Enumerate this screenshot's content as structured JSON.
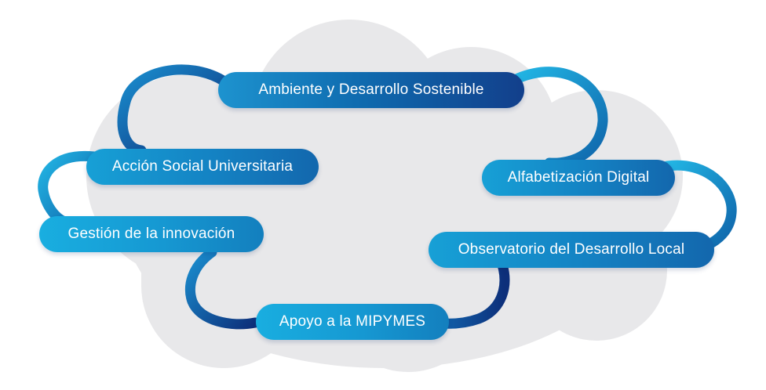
{
  "diagram": {
    "nodes": [
      {
        "id": "ambiente",
        "label": "Ambiente y Desarrollo Sostenible"
      },
      {
        "id": "accion",
        "label": "Acción Social Universitaria"
      },
      {
        "id": "alfabetizacion",
        "label": "Alfabetización Digital"
      },
      {
        "id": "gestion",
        "label": "Gestión de la innovación"
      },
      {
        "id": "observatorio",
        "label": "Observatorio del Desarrollo Local"
      },
      {
        "id": "apoyo",
        "label": "Apoyo a la MIPYMES"
      }
    ]
  },
  "colors": {
    "cloud": "#e8e8ea",
    "pill_light": "#19aee0",
    "pill_dark": "#123f8b",
    "text": "#ffffff"
  }
}
